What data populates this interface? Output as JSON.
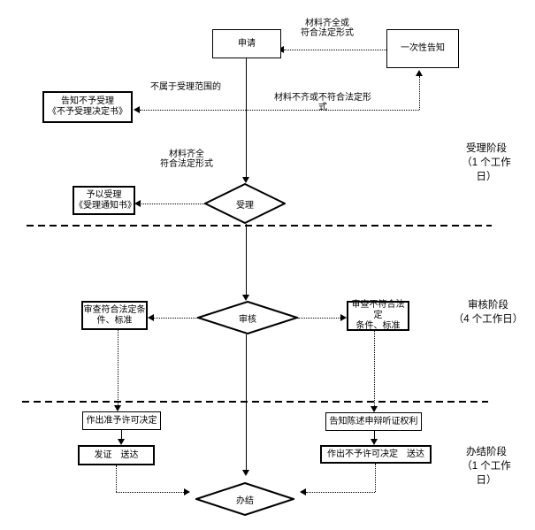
{
  "diagram": {
    "nodes": {
      "apply": {
        "label": "申请"
      },
      "notice": {
        "label": "一次性告知"
      },
      "reject": {
        "line1": "告知不予受理",
        "line2": "《不予受理决定书》"
      },
      "accept": {
        "line1": "予以受理",
        "line2": "《受理通知书》"
      },
      "shouli": {
        "label": "受理"
      },
      "shenhe": {
        "label": "审核"
      },
      "banjie": {
        "label": "办结"
      },
      "pass": {
        "line1": "审查符合法定条",
        "line2": "件、标准"
      },
      "fail": {
        "line1": "审查不符合法定",
        "line2": "条件、标准"
      },
      "grant": {
        "label": "作出准予许可决定"
      },
      "issue": {
        "label": "发证　送达"
      },
      "inform": {
        "label": "告知陈述申辩听证权利"
      },
      "deny": {
        "label": "作出不予许可决定　送达"
      }
    },
    "edge_labels": {
      "complete_or": {
        "line1": "材料齐全或",
        "line2": "符合法定形式"
      },
      "not_in_scope": "不属于受理范围的",
      "incomplete": "材料不齐或不符合法定形式",
      "complete": {
        "line1": "材料齐全",
        "line2": "符合法定形式"
      }
    },
    "stages": {
      "stage1": {
        "line1": "受理阶段",
        "line2": "（1 个工作",
        "line3": "日）"
      },
      "stage2": {
        "line1": "审核阶段",
        "line2": "（4 个工作日）"
      },
      "stage3": {
        "line1": "办结阶段",
        "line2": "（1 个工作",
        "line3": "日）"
      }
    },
    "colors": {
      "line": "#000000",
      "background": "#ffffff"
    }
  }
}
